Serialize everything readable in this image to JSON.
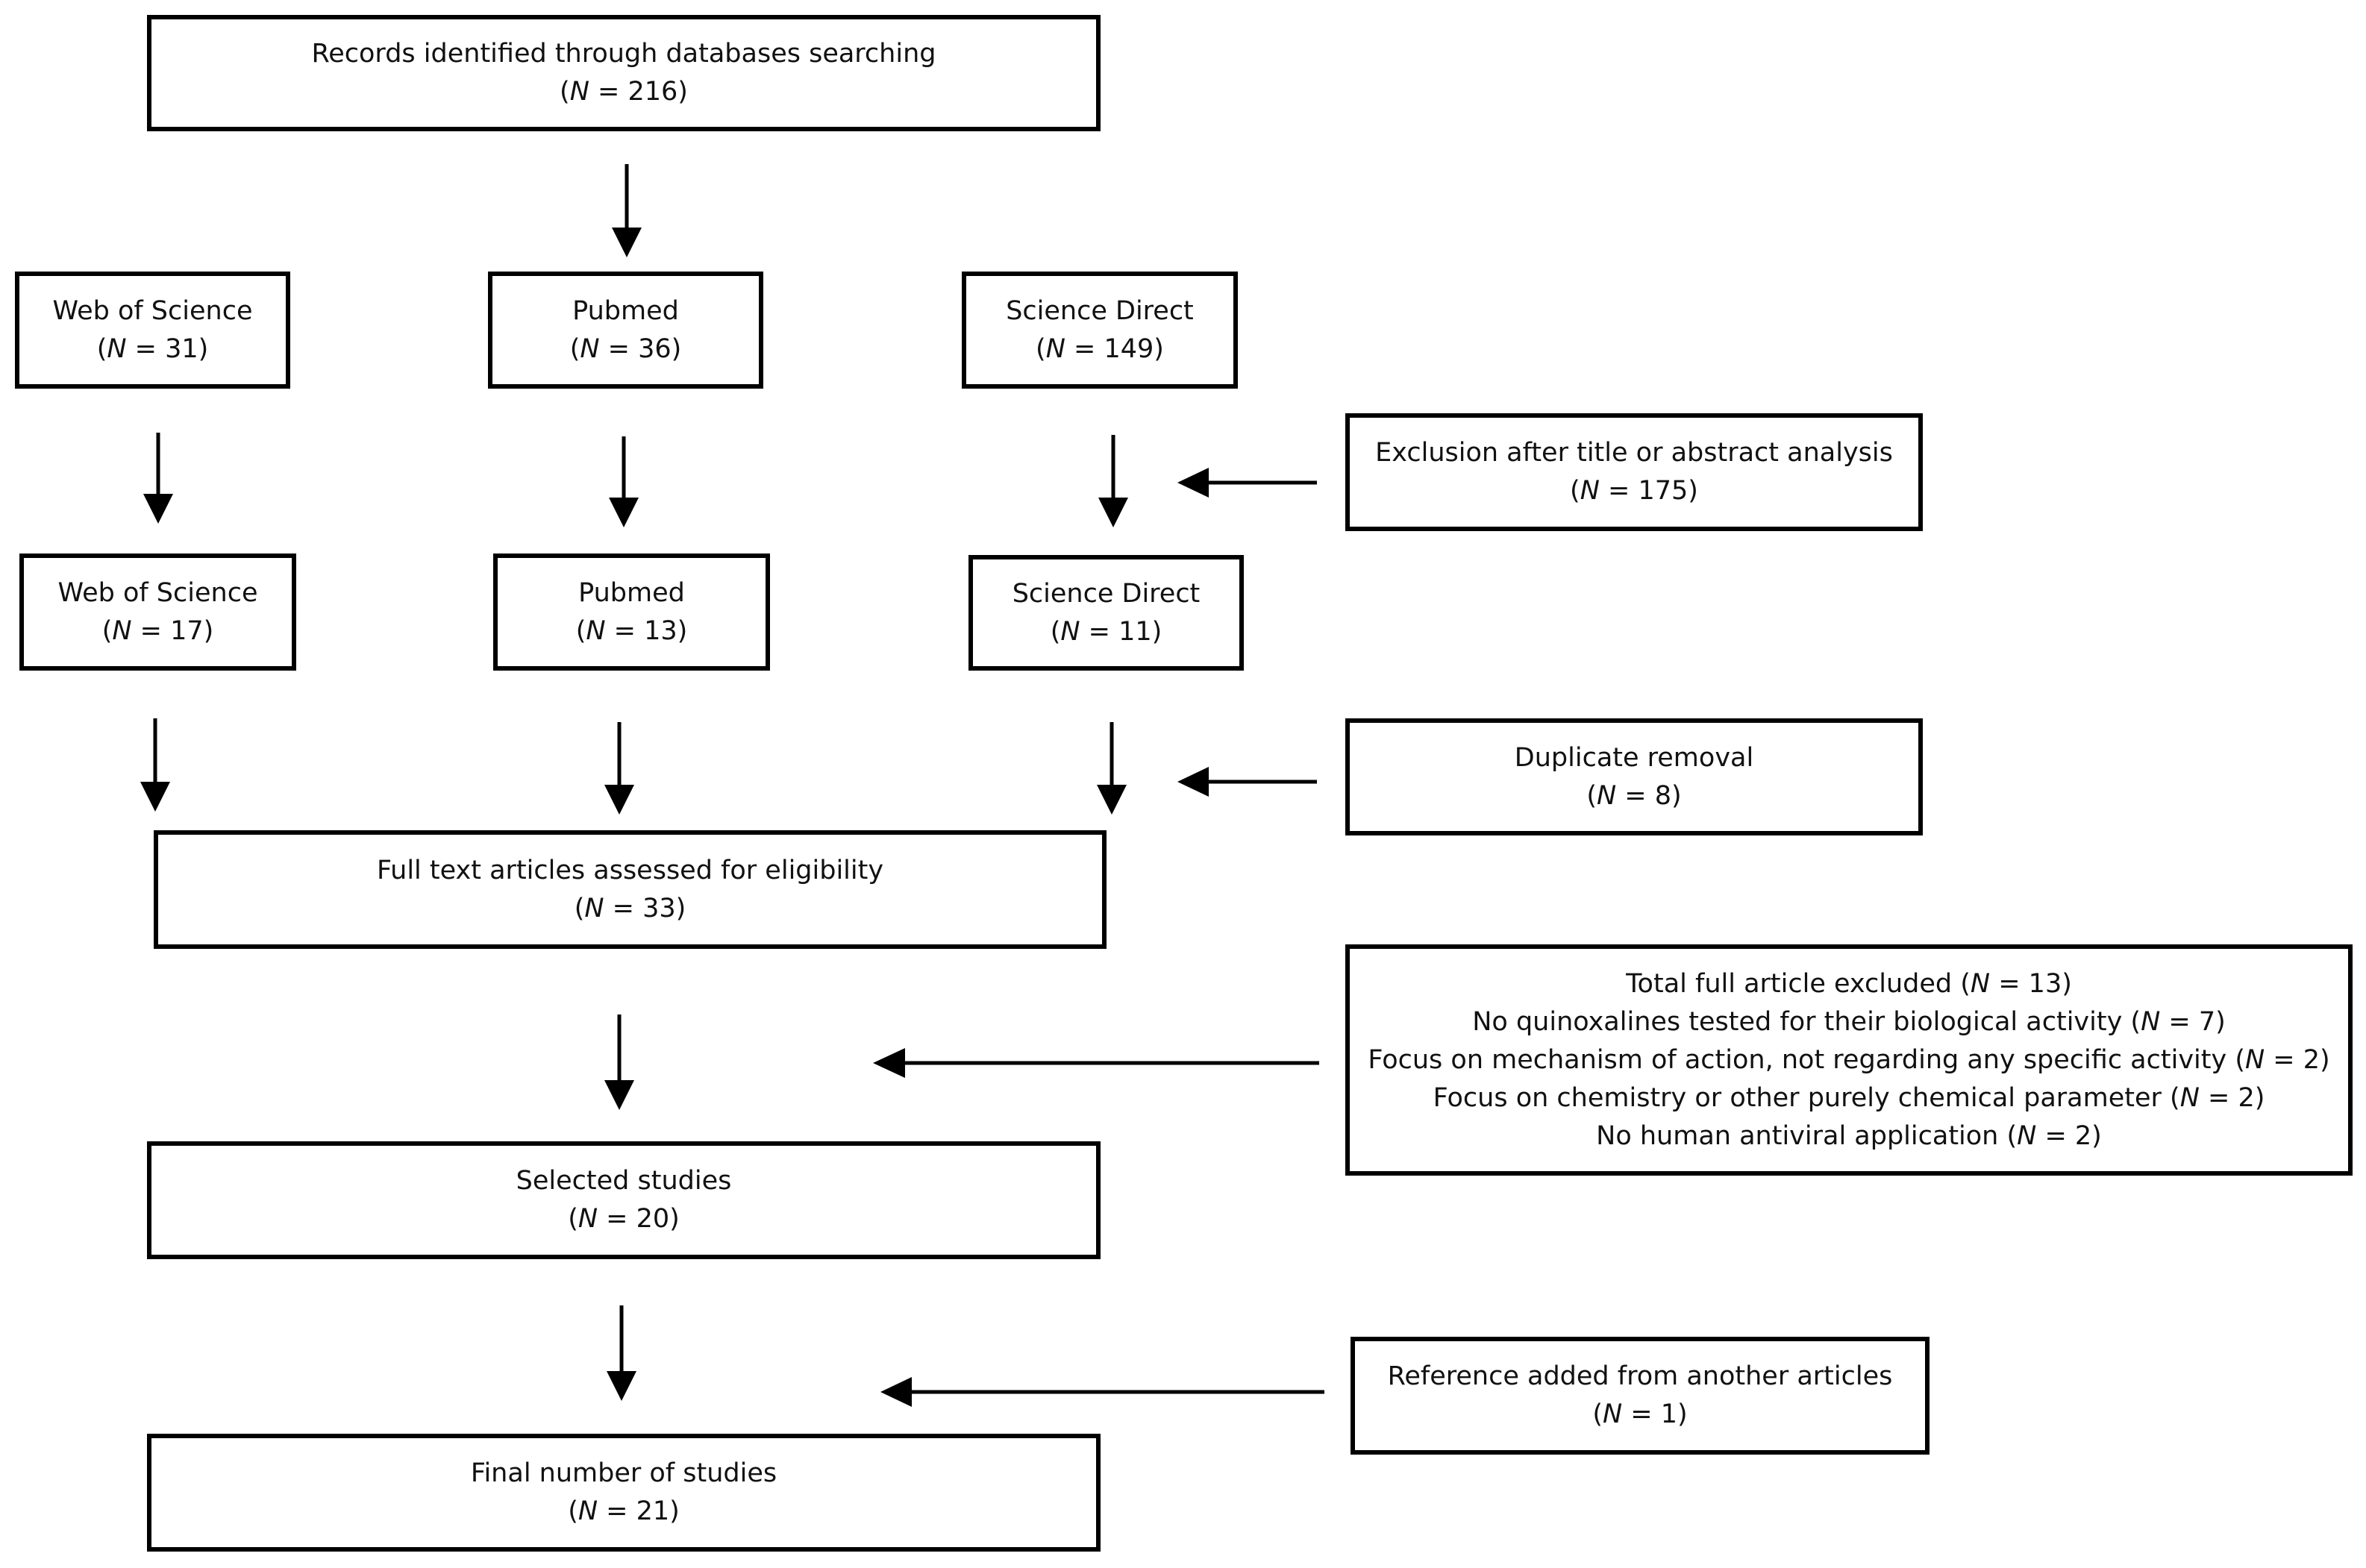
{
  "boxes": {
    "records": {
      "lines": [
        {
          "text": "Records identified through databases searching"
        },
        {
          "pre": "(",
          "n": "N",
          "post": " = 216)"
        }
      ]
    },
    "wos1": {
      "lines": [
        {
          "text": "Web of Science"
        },
        {
          "pre": "(",
          "n": "N",
          "post": " = 31)"
        }
      ]
    },
    "pubmed1": {
      "lines": [
        {
          "text": "Pubmed"
        },
        {
          "pre": "(",
          "n": "N",
          "post": " = 36)"
        }
      ]
    },
    "sd1": {
      "lines": [
        {
          "text": "Science Direct"
        },
        {
          "pre": "(",
          "n": "N",
          "post": " = 149)"
        }
      ]
    },
    "excl_title": {
      "lines": [
        {
          "text": "Exclusion after title or abstract analysis"
        },
        {
          "pre": "(",
          "n": "N",
          "post": " = 175)"
        }
      ]
    },
    "wos2": {
      "lines": [
        {
          "text": "Web of Science"
        },
        {
          "pre": "(",
          "n": "N",
          "post": " = 17)"
        }
      ]
    },
    "pubmed2": {
      "lines": [
        {
          "text": "Pubmed"
        },
        {
          "pre": "(",
          "n": "N",
          "post": " = 13)"
        }
      ]
    },
    "sd2": {
      "lines": [
        {
          "text": "Science Direct"
        },
        {
          "pre": "(",
          "n": "N",
          "post": " = 11)"
        }
      ]
    },
    "duplicate": {
      "lines": [
        {
          "text": "Duplicate removal"
        },
        {
          "pre": "(",
          "n": "N",
          "post": " = 8)"
        }
      ]
    },
    "fulltext": {
      "lines": [
        {
          "text": "Full text articles assessed for eligibility"
        },
        {
          "pre": "(",
          "n": "N",
          "post": " = 33)"
        }
      ]
    },
    "excluded": {
      "lines": [
        {
          "pre": "Total full article excluded (",
          "n": "N",
          "post": " = 13)"
        },
        {
          "pre": "No quinoxalines tested for their biological activity (",
          "n": "N",
          "post": " = 7)"
        },
        {
          "pre": "Focus on mechanism of action, not regarding any specific activity (",
          "n": "N",
          "post": " = 2)"
        },
        {
          "pre": "Focus on chemistry or other purely chemical parameter (",
          "n": "N",
          "post": " = 2)"
        },
        {
          "pre": "No human antiviral application (",
          "n": "N",
          "post": " = 2)"
        }
      ]
    },
    "selected": {
      "lines": [
        {
          "text": "Selected studies"
        },
        {
          "pre": "(",
          "n": "N",
          "post": " = 20)"
        }
      ]
    },
    "reference": {
      "lines": [
        {
          "text": "Reference added from another articles"
        },
        {
          "pre": "(",
          "n": "N",
          "post": " = 1)"
        }
      ]
    },
    "final": {
      "lines": [
        {
          "text": "Final number of studies"
        },
        {
          "pre": "(",
          "n": "N",
          "post": " = 21)"
        }
      ]
    }
  }
}
